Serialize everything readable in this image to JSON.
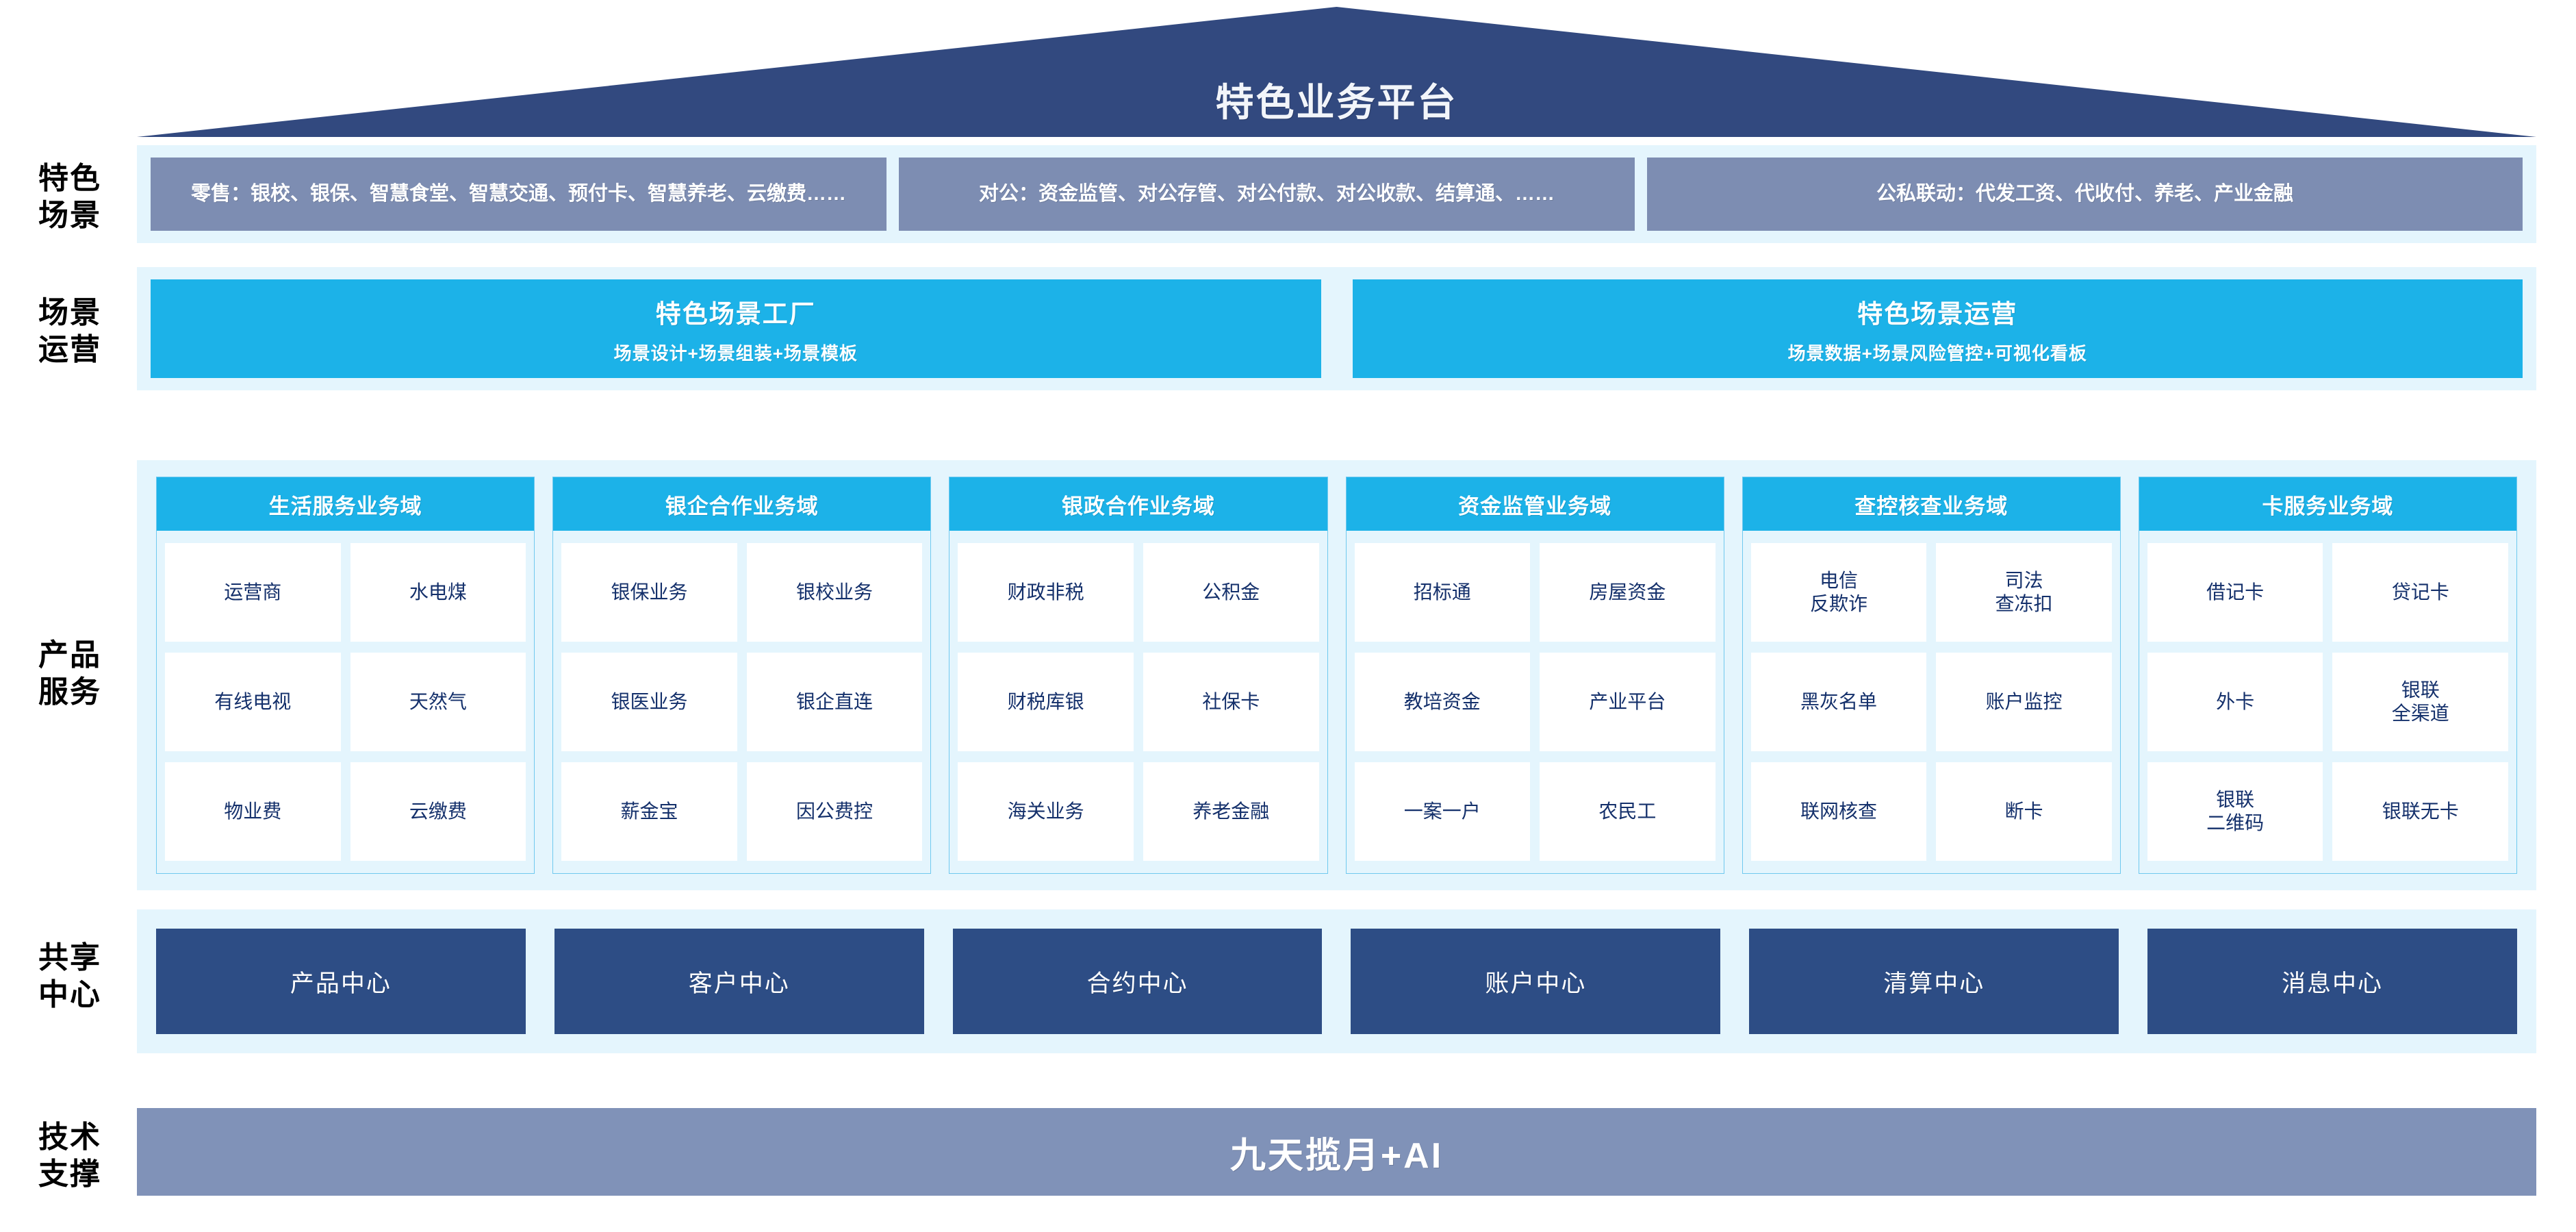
{
  "roof": {
    "title": "特色业务平台"
  },
  "row_labels": {
    "scenes": "特色\n场景",
    "operations": "场景\n运营",
    "products": "产品\n服务",
    "centers": "共享\n中心",
    "technology": "技术\n支撑"
  },
  "scenes": {
    "boxes": [
      {
        "name": "retail",
        "text": "零售：银校、银保、智慧食堂、智慧交通、预付卡、智慧养老、云缴费……"
      },
      {
        "name": "corporate",
        "text": "对公：资金监管、对公存管、对公付款、对公收款、结算通、……"
      },
      {
        "name": "linkage",
        "text": "公私联动：代发工资、代收付、养老、产业金融"
      }
    ]
  },
  "operations": {
    "boxes": [
      {
        "title": "特色场景工厂",
        "subtitle": "场景设计+场景组装+场景模板"
      },
      {
        "title": "特色场景运营",
        "subtitle": "场景数据+场景风险管控+可视化看板"
      }
    ]
  },
  "products": {
    "columns": [
      {
        "header": "生活服务业务域",
        "cells": [
          "运营商",
          "水电煤",
          "有线电视",
          "天然气",
          "物业费",
          "云缴费"
        ]
      },
      {
        "header": "银企合作业务域",
        "cells": [
          "银保业务",
          "银校业务",
          "银医业务",
          "银企直连",
          "薪金宝",
          "因公费控"
        ]
      },
      {
        "header": "银政合作业务域",
        "cells": [
          "财政非税",
          "公积金",
          "财税库银",
          "社保卡",
          "海关业务",
          "养老金融"
        ]
      },
      {
        "header": "资金监管业务域",
        "cells": [
          "招标通",
          "房屋资金",
          "教培资金",
          "产业平台",
          "一案一户",
          "农民工"
        ]
      },
      {
        "header": "查控核查业务域",
        "cells": [
          "电信\n反欺诈",
          "司法\n查冻扣",
          "黑灰名单",
          "账户监控",
          "联网核查",
          "断卡"
        ]
      },
      {
        "header": "卡服务业务域",
        "cells": [
          "借记卡",
          "贷记卡",
          "外卡",
          "银联\n全渠道",
          "银联\n二维码",
          "银联无卡"
        ]
      }
    ]
  },
  "centers": {
    "boxes": [
      "产品中心",
      "客户中心",
      "合约中心",
      "账户中心",
      "清算中心",
      "消息中心"
    ]
  },
  "technology": {
    "title": "九天揽月+AI"
  },
  "colors": {
    "roof_navy": "#32497f",
    "scene_slate": "#7d8db2",
    "cyan": "#1cb2e8",
    "band_bg": "#e4f5fd",
    "center_navy": "#2d4d85",
    "tech_slate": "#8092b8",
    "cell_text": "#14306b"
  }
}
